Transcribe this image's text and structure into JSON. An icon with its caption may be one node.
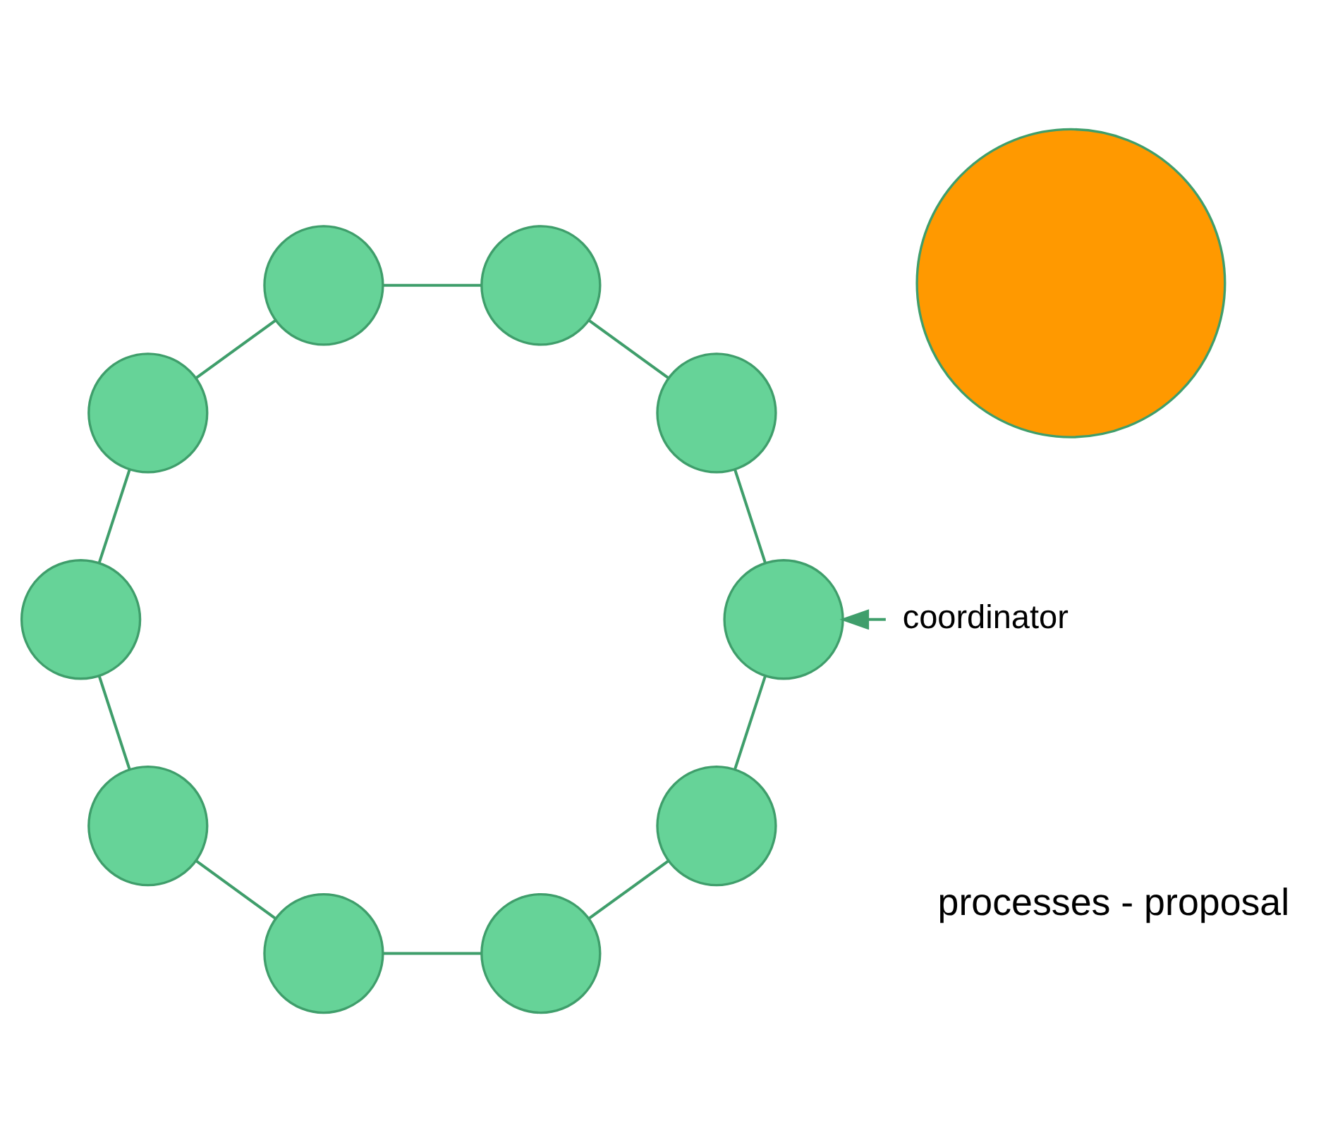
{
  "diagram": {
    "nodes": [
      {
        "text": [],
        "shape": "circle"
      },
      {
        "text": [],
        "shape": "circle"
      },
      {
        "text": [],
        "shape": "circle"
      },
      {
        "text": [],
        "shape": "circle"
      },
      {
        "text": [],
        "shape": "circle"
      },
      {
        "text": [],
        "shape": "circle"
      },
      {
        "text": [],
        "shape": "circle"
      },
      {
        "text": [],
        "shape": "circle"
      },
      {
        "text": [],
        "shape": "circle"
      },
      {
        "text": [],
        "shape": "circle"
      },
      {
        "text": [
          "coordinator"
        ]
      },
      {
        "text": [],
        "shape": "circle"
      }
    ],
    "edges": [
      {
        "from": 0,
        "to": 1,
        "arrow": "none"
      },
      {
        "from": 1,
        "to": 2,
        "arrow": "none"
      },
      {
        "from": 2,
        "to": 3,
        "arrow": "none"
      },
      {
        "from": 3,
        "to": 4,
        "arrow": "none"
      },
      {
        "from": 4,
        "to": 5,
        "arrow": "none"
      },
      {
        "from": 5,
        "to": 6,
        "arrow": "none"
      },
      {
        "from": 6,
        "to": 7,
        "arrow": "none"
      },
      {
        "from": 7,
        "to": 8,
        "arrow": "none"
      },
      {
        "from": 8,
        "to": 9,
        "arrow": "none"
      },
      {
        "from": 9,
        "to": 0,
        "arrow": "none"
      },
      {
        "from": 10,
        "to": 1,
        "arrow": "to"
      }
    ],
    "labels": [
      "processes - proposal"
    ]
  }
}
